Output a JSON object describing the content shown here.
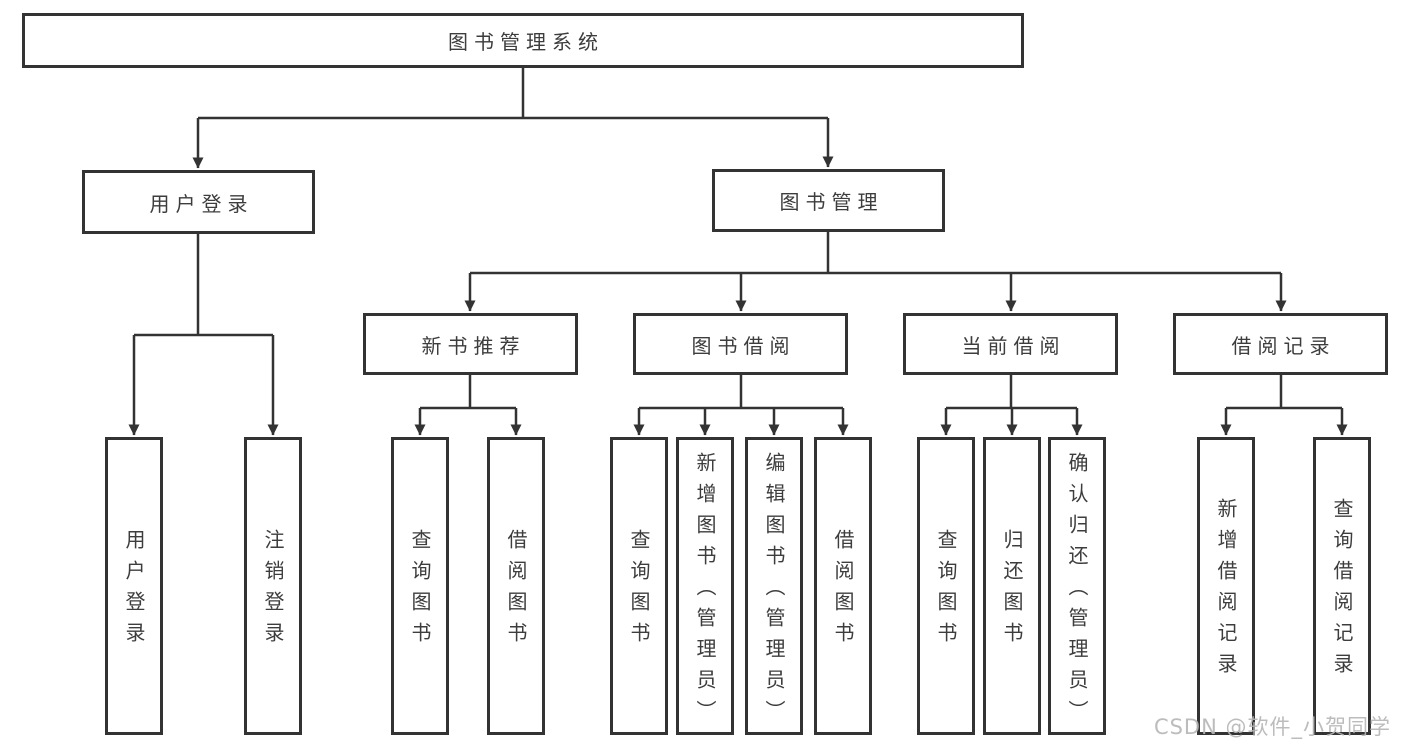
{
  "diagram_title": "图书管理系统",
  "tree": {
    "root": {
      "label": "图书管理系统",
      "children": [
        {
          "label": "用户登录",
          "children": [
            {
              "label": "用户登录"
            },
            {
              "label": "注销登录"
            }
          ]
        },
        {
          "label": "图书管理",
          "children": [
            {
              "label": "新书推荐",
              "children": [
                {
                  "label": "查询图书"
                },
                {
                  "label": "借阅图书"
                }
              ]
            },
            {
              "label": "图书借阅",
              "children": [
                {
                  "label": "查询图书"
                },
                {
                  "label": "新增图书（管理员）"
                },
                {
                  "label": "编辑图书（管理员）"
                },
                {
                  "label": "借阅图书"
                }
              ]
            },
            {
              "label": "当前借阅",
              "children": [
                {
                  "label": "查询图书"
                },
                {
                  "label": "归还图书"
                },
                {
                  "label": "确认归还（管理员）"
                }
              ]
            },
            {
              "label": "借阅记录",
              "children": [
                {
                  "label": "新增借阅记录"
                },
                {
                  "label": "查询借阅记录"
                }
              ]
            }
          ]
        }
      ]
    }
  },
  "watermark": "CSDN @软件_小贺同学",
  "colors": {
    "line": "#333333",
    "box_border": "#333333",
    "text": "#3d3d3d",
    "watermark": "#b6b6b6",
    "background": "#ffffff"
  }
}
